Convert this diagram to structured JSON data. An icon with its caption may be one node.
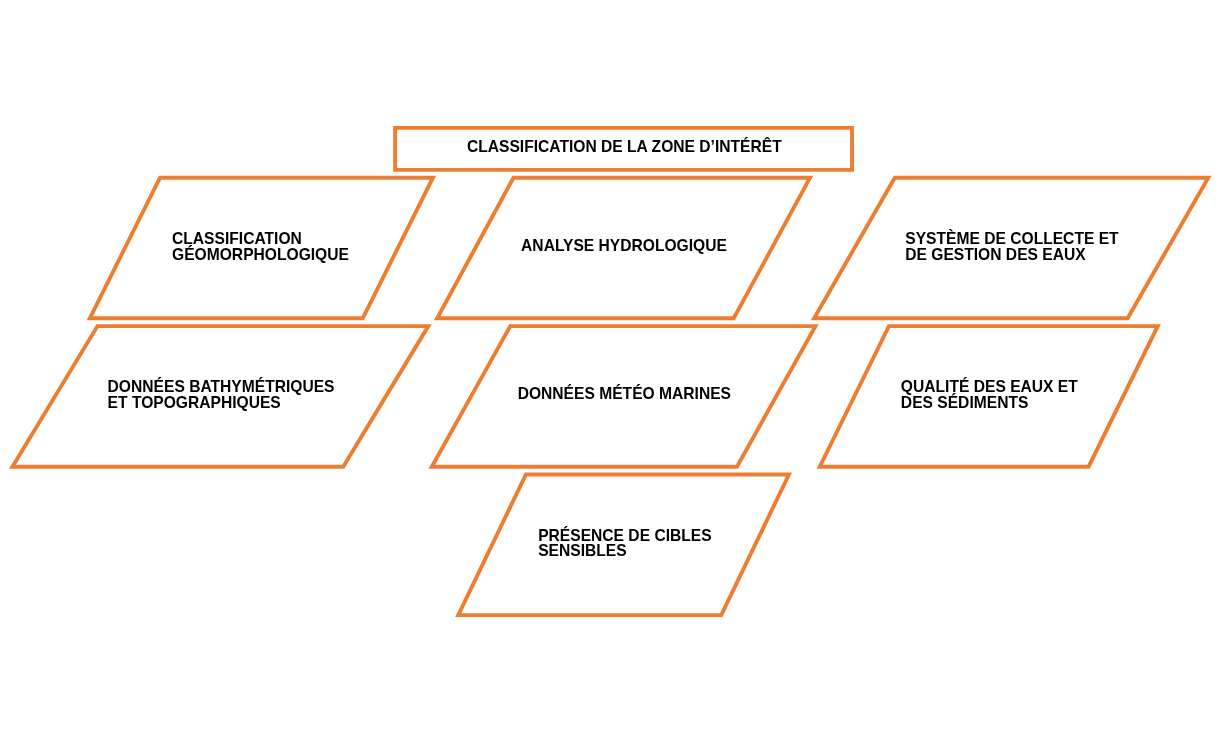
{
  "diagram": {
    "nodes": [
      {
        "text": [
          "CLASSIFICATION DE LA ZONE D’INTÉRÊT"
        ]
      },
      {
        "text": [
          "CLASSIFICATION GÉOMORPHOLOGIQUE"
        ]
      },
      {
        "text": [
          "ANALYSE HYDROLOGIQUE"
        ]
      },
      {
        "text": [
          "SYSTÈME DE COLLECTE ET DE GESTION DES EAUX"
        ]
      },
      {
        "text": [
          "DONNÉES BATHYMÉTRIQUES ET TOPOGRAPHIQUES"
        ]
      },
      {
        "text": [
          "DONNÉES MÉTÉO MARINES"
        ]
      },
      {
        "text": [
          "QUALITÉ DES EAUX ET DES SÉDIMENTS"
        ]
      },
      {
        "text": [
          "PRÉSENCE DE CIBLES SENSIBLES"
        ]
      }
    ]
  }
}
